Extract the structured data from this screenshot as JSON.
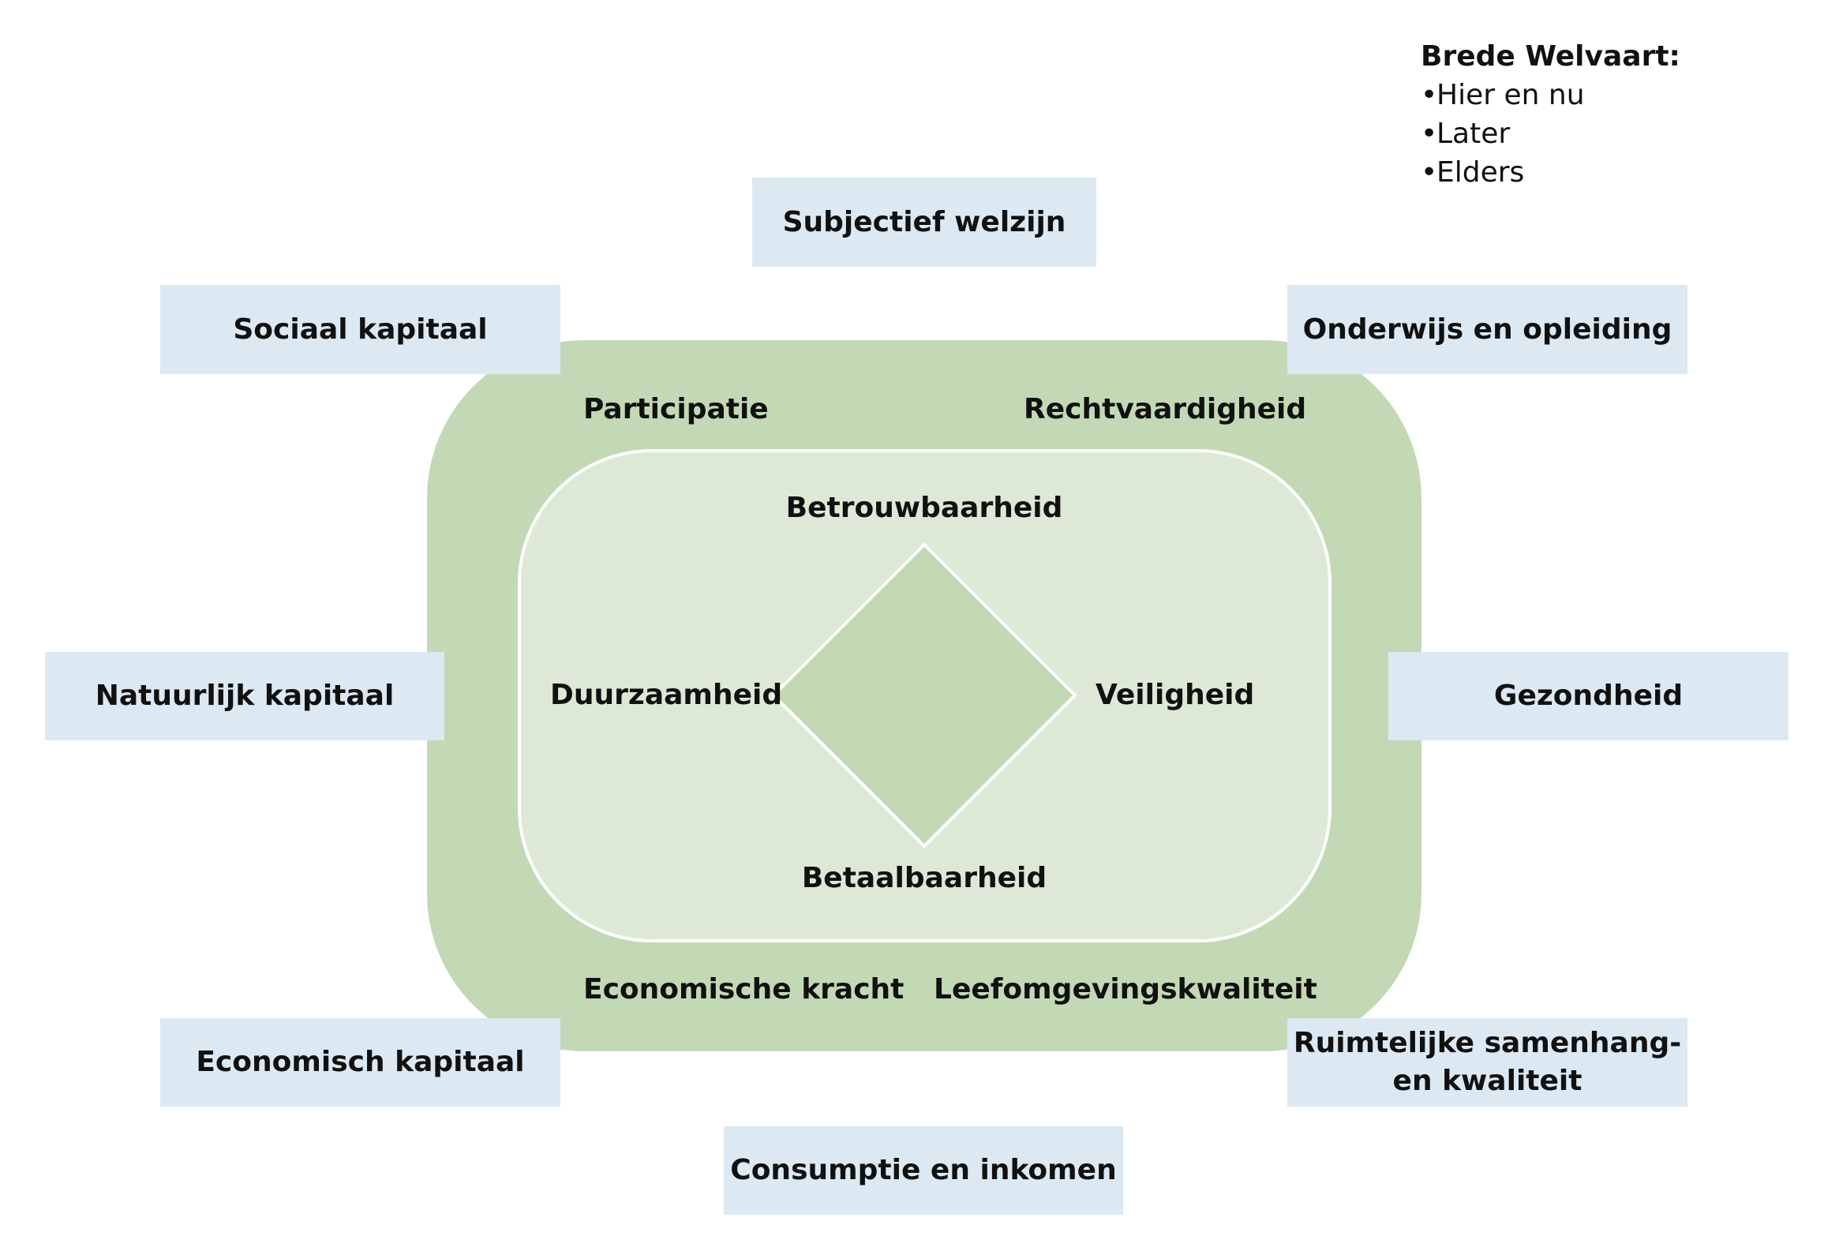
{
  "legend": {
    "title": "Brede Welvaart:",
    "items": [
      "Hier en nu",
      "Later",
      "Elders"
    ]
  },
  "outer_boxes": {
    "subjectief_welzijn": "Subjectief welzijn",
    "sociaal_kapitaal": "Sociaal kapitaal",
    "onderwijs_opleiding": "Onderwijs en opleiding",
    "natuurlijk_kapitaal": "Natuurlijk kapitaal",
    "gezondheid": "Gezondheid",
    "economisch_kapitaal": "Economisch kapitaal",
    "ruimtelijke_line1": "Ruimtelijke samenhang-",
    "ruimtelijke_line2": "en kwaliteit",
    "consumptie_inkomen": "Consumptie en inkomen"
  },
  "ring_labels": {
    "participatie": "Participatie",
    "rechtvaardigheid": "Rechtvaardigheid",
    "economische_kracht": "Economische kracht",
    "leefomgevingskwaliteit": "Leefomgevingskwaliteit"
  },
  "core_labels": {
    "betrouwbaarheid": "Betrouwbaarheid",
    "duurzaamheid": "Duurzaamheid",
    "veiligheid": "Veiligheid",
    "betaalbaarheid": "Betaalbaarheid"
  },
  "colors": {
    "box_fill": "#dce9f3",
    "outer_ring": "#c3d9b5",
    "inner_field": "#dde9d6",
    "diamond": "#c3d9b5"
  }
}
